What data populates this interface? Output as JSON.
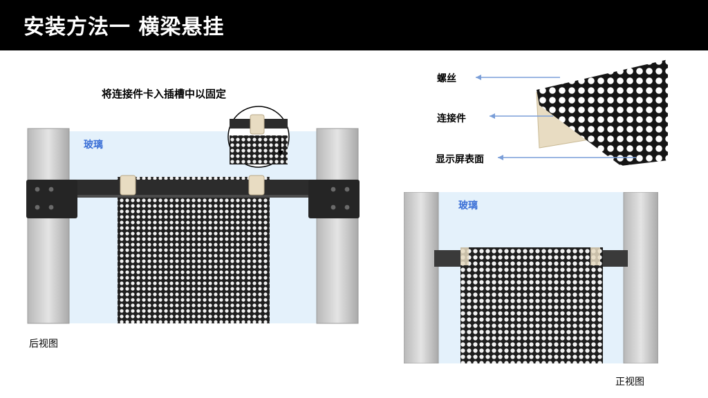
{
  "header": {
    "title": "安装方法一  横梁悬挂"
  },
  "rear_view": {
    "instruction": "将连接件卡入插槽中以固定",
    "glass_label": "玻璃",
    "caption": "后视图"
  },
  "detail": {
    "labels": [
      "螺丝",
      "连接件",
      "显示屏表面"
    ]
  },
  "front_view": {
    "glass_label": "玻璃",
    "caption": "正视图"
  },
  "colors": {
    "header_bg": "#000000",
    "glass": "#e4f1fb",
    "post": "#c9c9c9",
    "beam": "#2c2c2c",
    "connector": "#e8dcc2",
    "arrow": "#7a9ed8",
    "glass_text": "#3a6fd6"
  }
}
